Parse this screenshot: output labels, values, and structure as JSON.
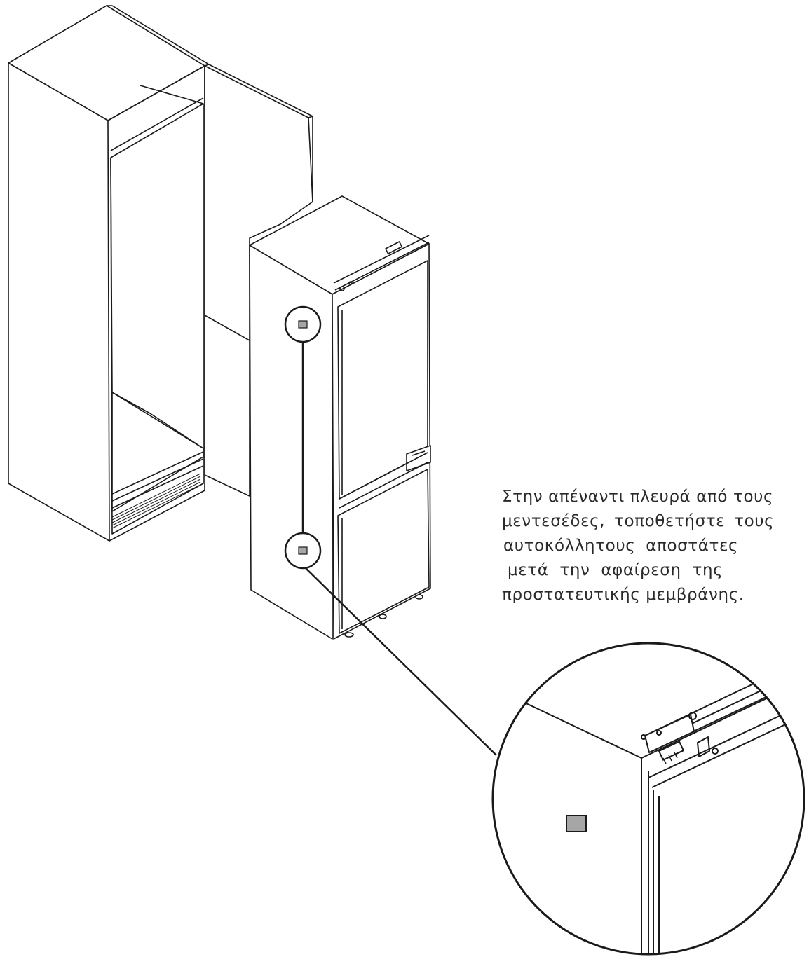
{
  "instruction": {
    "lines": [
      "Στην απέναντι πλευρά από τους",
      "μεντεσέδες, τοποθετήστε τους",
      "αυτοκόλλητους αποστάτες",
      "μετά την αφαίρεση της",
      "προστατευτικής μεμβράνης."
    ]
  },
  "colors": {
    "line": "#1a1a1a",
    "spacer_fill": "#a6a6a6",
    "background": "#ffffff"
  }
}
